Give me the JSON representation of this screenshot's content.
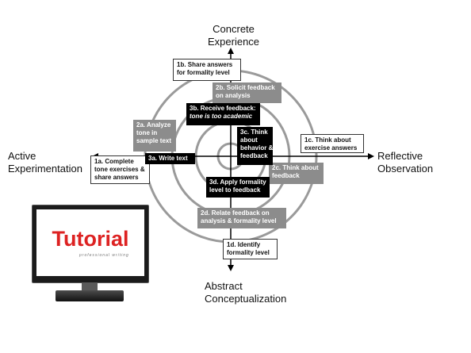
{
  "axes": {
    "top": "Concrete\nExperience",
    "bottom": "Abstract\nConceptualization",
    "left": "Active\nExperimentation",
    "right": "Reflective\nObservation"
  },
  "steps": {
    "s1a": "1a. Complete\ntone exercises &\nshare answers",
    "s1b": "1b. Share answers\nfor formality level",
    "s1c": "1c. Think about\nexercise answers",
    "s1d": "1d. Identify\nformality level",
    "s2a": "2a. Analyze\ntone in\nsample text",
    "s2b": "2b. Solicit feedback\non analysis",
    "s2c": "2c. Think about\nfeedback",
    "s2d": "2d. Relate feedback on\nanalysis & formality level",
    "s3a": "3a. Write text",
    "s3b_title": "3b. Receive feedback:",
    "s3b_quote": "tone is too academic",
    "s3c": "3c. Think\nabout\nbehavior &\nfeedback",
    "s3d": "3d. Apply formality\nlevel to feedback"
  },
  "logo": {
    "word": "Tutorial",
    "tagline": "professional writing"
  }
}
